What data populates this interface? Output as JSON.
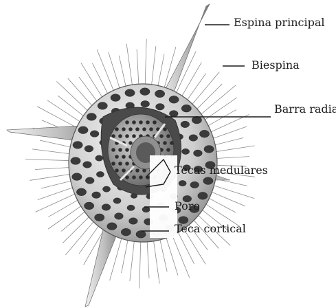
{
  "labels": {
    "espina_principal": "Espina principal",
    "biespina": "Biespina",
    "barra_radial": "Barra radial",
    "tecas_medulares": "Tecas medulares",
    "poro": "Poro",
    "teca_cortical": "Teca cortical"
  },
  "colors": {
    "ink": "#1a1a1a",
    "shell_light": "#e6e6e6",
    "shell_dark": "#6e6e6e",
    "spine": "#cfcfcf",
    "pore": "#3a3a3a"
  }
}
